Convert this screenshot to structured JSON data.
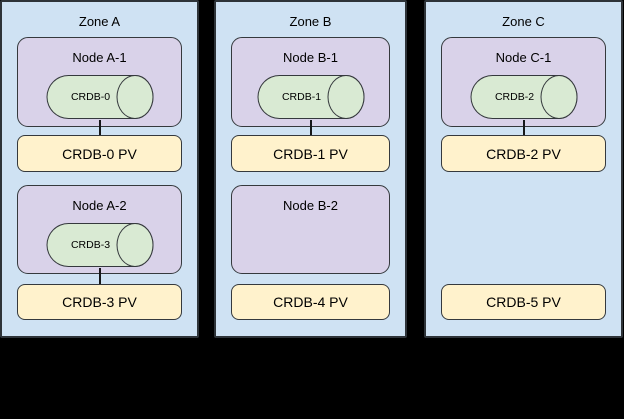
{
  "diagram": {
    "type": "kubernetes-cockroachdb-topology",
    "colors": {
      "background": "#000000",
      "zone_fill": "#cfe2f3",
      "node_fill": "#d9d2e9",
      "cylinder_fill": "#d9ead3",
      "pv_fill": "#fff2cc",
      "border": "#2e3338"
    }
  },
  "zones": [
    {
      "title": "Zone A",
      "node1": {
        "title": "Node A-1",
        "cylinder_label": "CRDB-0"
      },
      "pv1": "CRDB-0 PV",
      "node2": {
        "title": "Node A-2",
        "cylinder_label": "CRDB-3"
      },
      "pv2": "CRDB-3 PV"
    },
    {
      "title": "Zone B",
      "node1": {
        "title": "Node B-1",
        "cylinder_label": "CRDB-1"
      },
      "pv1": "CRDB-1 PV",
      "node2": {
        "title": "Node B-2"
      },
      "pv2": "CRDB-4 PV"
    },
    {
      "title": "Zone C",
      "node1": {
        "title": "Node C-1",
        "cylinder_label": "CRDB-2"
      },
      "pv1": "CRDB-2 PV",
      "pv2": "CRDB-5 PV"
    }
  ]
}
